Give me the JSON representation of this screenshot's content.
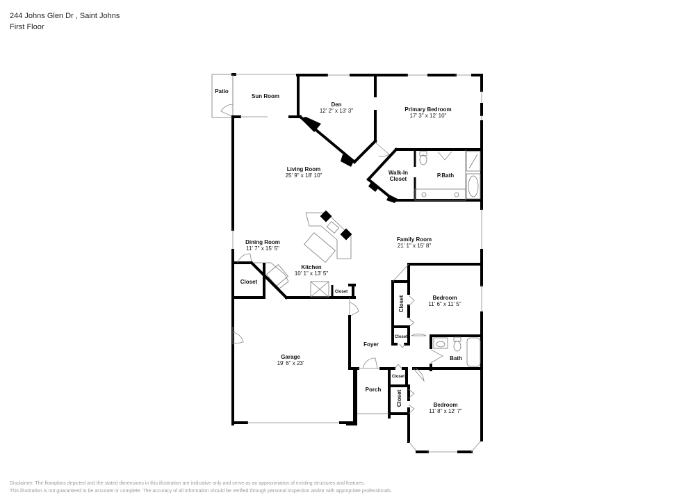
{
  "header": {
    "address": "244 Johns Glen Dr , Saint Johns",
    "floor": "First Floor"
  },
  "rooms": {
    "patio": {
      "name": "Patio"
    },
    "sun_room": {
      "name": "Sun Room"
    },
    "den": {
      "name": "Den",
      "dims": "12' 2\" x 13' 3\""
    },
    "primary_bedroom": {
      "name": "Primary Bedroom",
      "dims": "17' 3\" x 12' 10\""
    },
    "walk_in_closet": {
      "name_line1": "Walk-In",
      "name_line2": "Closet"
    },
    "p_bath": {
      "name": "P.Bath"
    },
    "living_room": {
      "name": "Living Room",
      "dims": "25' 9\" x 18' 10\""
    },
    "dining_room": {
      "name": "Dining Room",
      "dims": "11' 7\" x 15' 5\""
    },
    "kitchen": {
      "name": "Kitchen",
      "dims": "10' 1\" x 13' 5\""
    },
    "family_room": {
      "name": "Family Room",
      "dims": "21' 1\" x 15' 8\""
    },
    "closet_dining": {
      "name": "Closet"
    },
    "closet_kitchen": {
      "name": "Closet"
    },
    "bedroom_2": {
      "name": "Bedroom",
      "dims": "11' 6\" x 11' 5\""
    },
    "closet_bedroom_2": {
      "name": "Closet"
    },
    "closet_foyer": {
      "name": "Closet"
    },
    "bath": {
      "name": "Bath"
    },
    "foyer": {
      "name": "Foyer"
    },
    "garage": {
      "name": "Garage",
      "dims": "19' 6\" x 23'"
    },
    "porch": {
      "name": "Porch"
    },
    "closet_hall": {
      "name": "Closet"
    },
    "closet_bedroom_3": {
      "name": "Closet"
    },
    "bedroom_3": {
      "name": "Bedroom",
      "dims": "11' 8\" x 12' 7\""
    }
  },
  "disclaimer": {
    "line1": "Disclaimer: The floorplans depicted and the stated dimensions in this illustration are indicative only and serve as an approximation of existing structures and features.",
    "line2": "This illustration is not guaranteed to be accurate or complete. The accuracy of all information should be verified through personal inspection and/or with appropriate professionals."
  }
}
